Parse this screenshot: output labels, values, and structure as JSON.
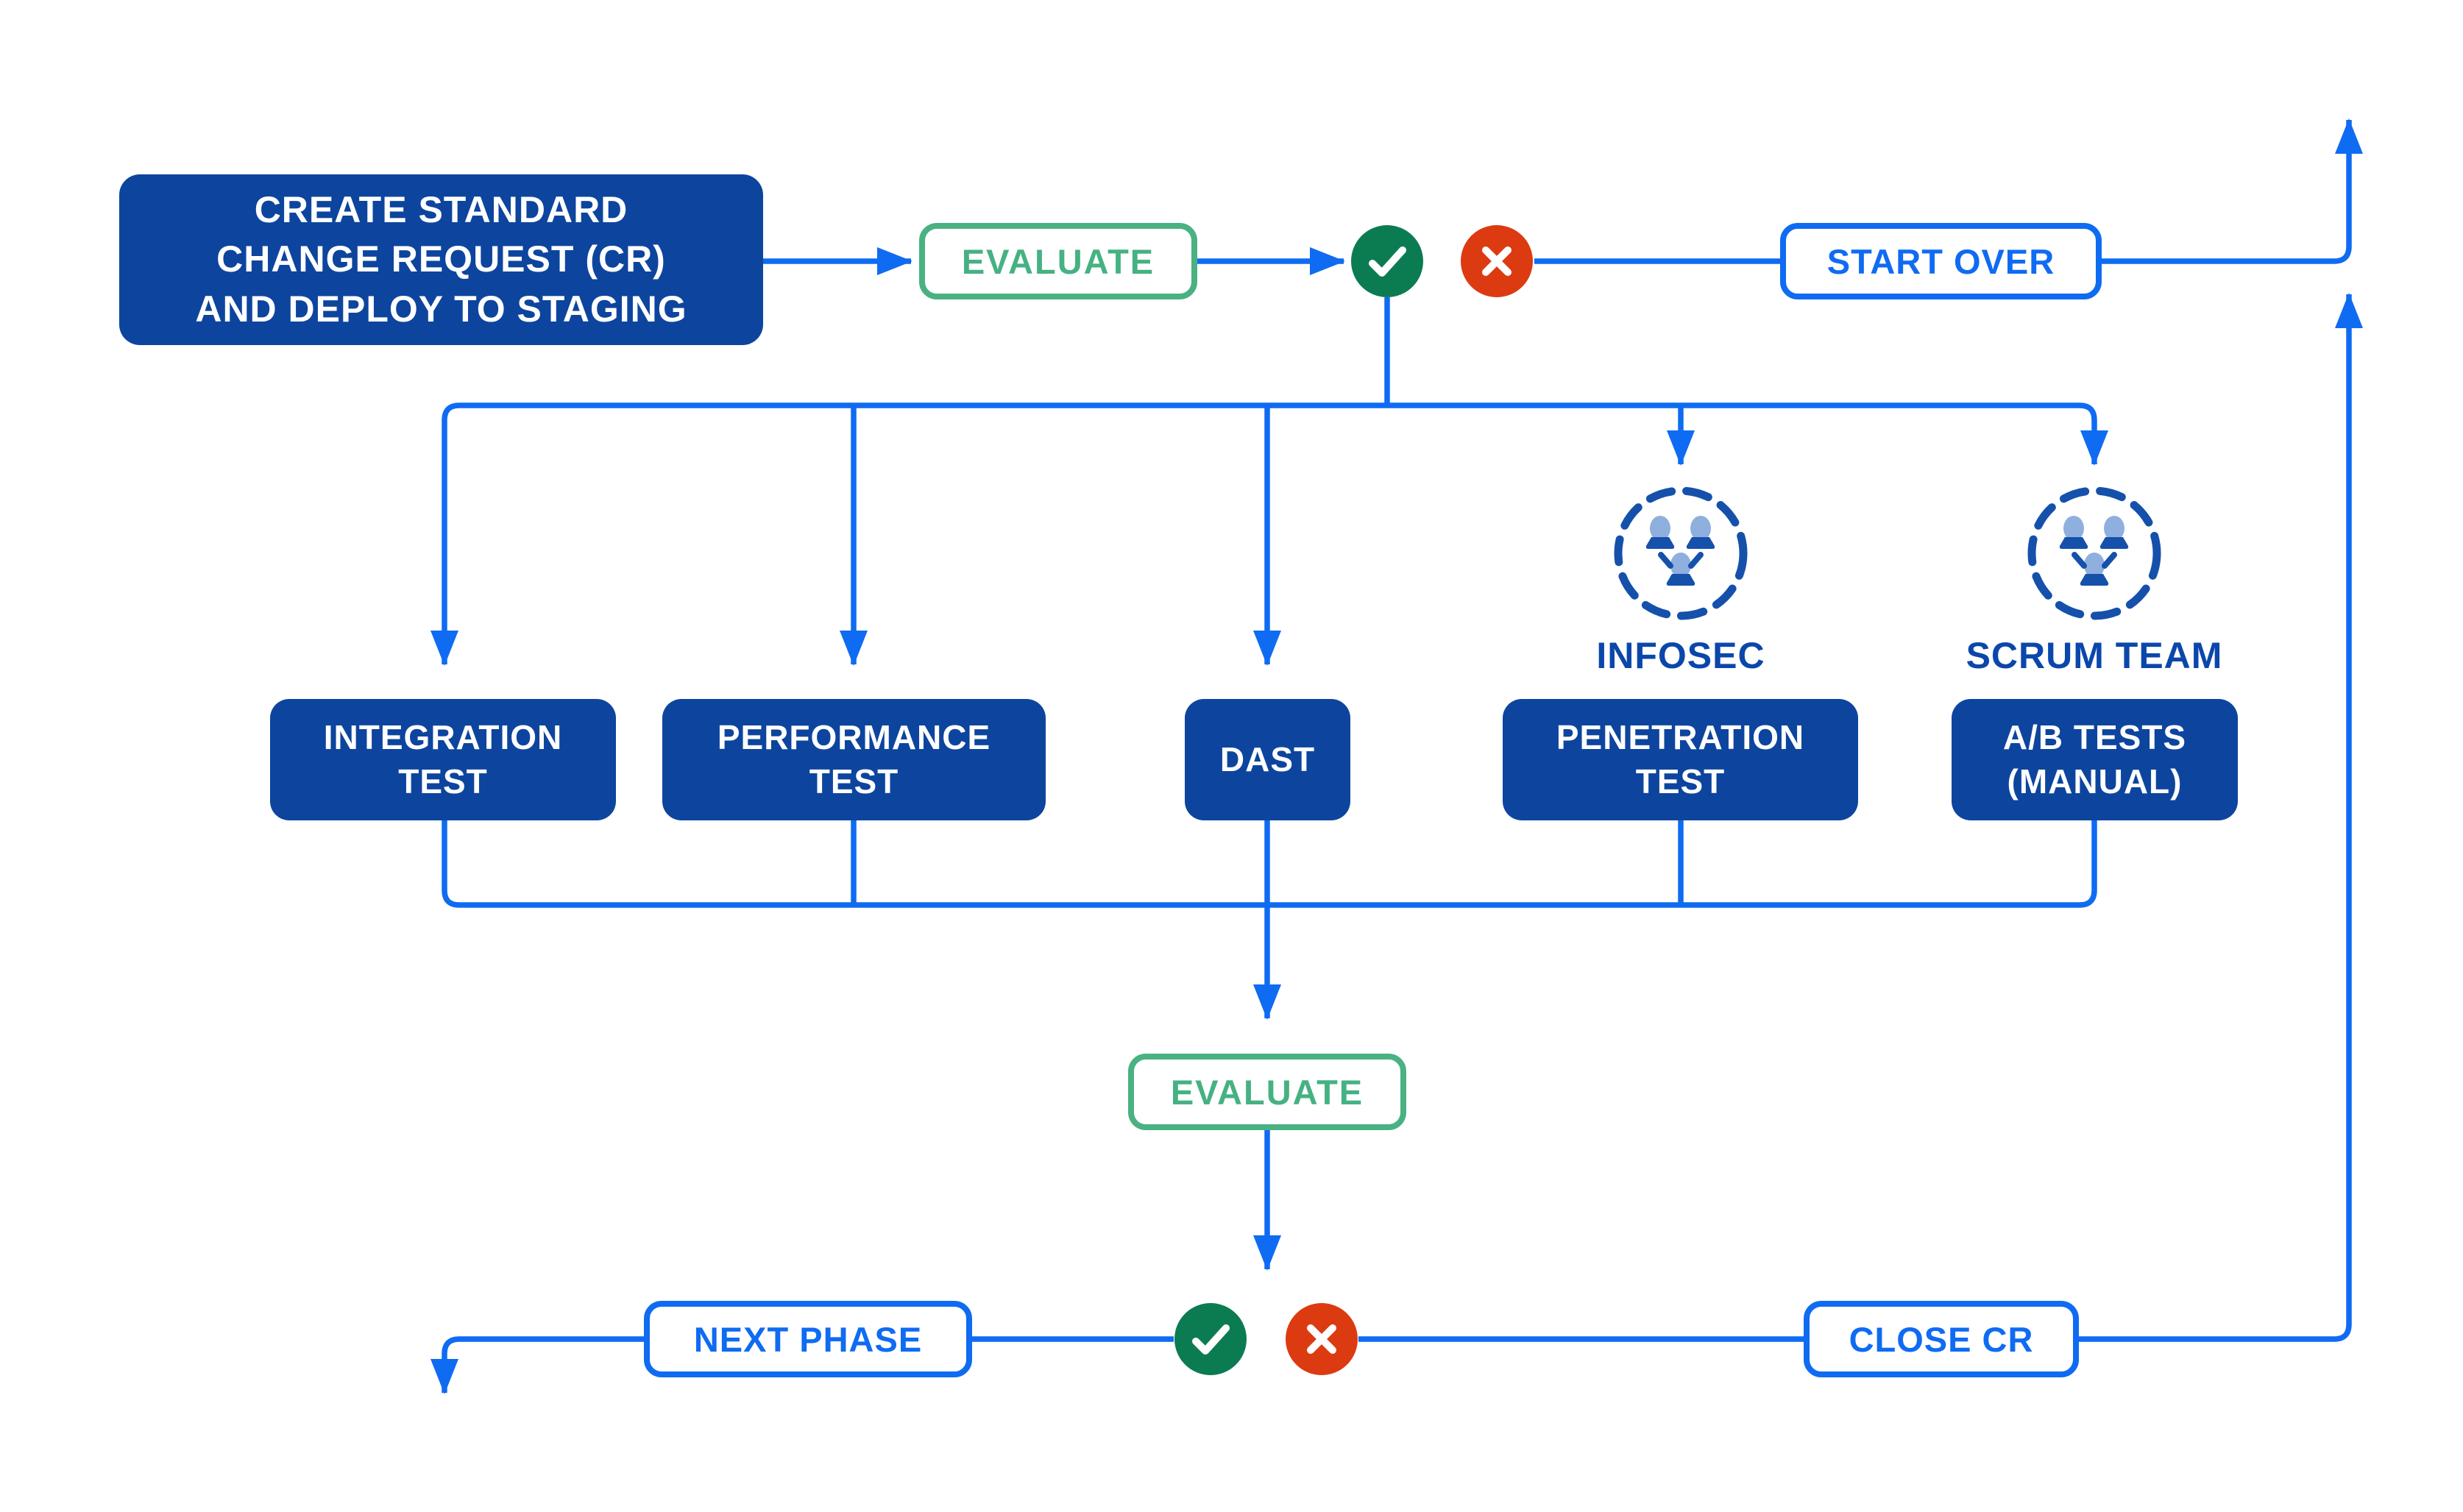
{
  "diagram": {
    "type": "flowchart",
    "background": "#FFFFFF",
    "colors": {
      "connector_blue": "#0F6BF2",
      "filled_node_blue": "#0D459E",
      "filled_node_text": "#FFFFFF",
      "outlined_node_blue": "#0F6BF2",
      "evaluate_green": "#4AB183",
      "approve_circle_green": "#0B7C52",
      "reject_circle_red": "#DC3B12",
      "team_icon_dark_blue": "#1551AB",
      "team_icon_light_blue": "#8FAFDE",
      "team_label_blue": "#0B47AB"
    },
    "nodes": {
      "create_cr": {
        "lines": [
          "CREATE STANDARD",
          "CHANGE REQUEST (CR)",
          "AND DEPLOY TO STAGING"
        ]
      },
      "evaluate_top": {
        "label": "EVALUATE"
      },
      "start_over": {
        "label": "START OVER"
      },
      "integration_test": {
        "lines": [
          "INTEGRATION",
          "TEST"
        ]
      },
      "performance_test": {
        "lines": [
          "PERFORMANCE",
          "TEST"
        ]
      },
      "dast": {
        "label": "DAST"
      },
      "penetration_test": {
        "lines": [
          "PENETRATION",
          "TEST"
        ]
      },
      "ab_tests": {
        "lines": [
          "A/B TESTS",
          "(MANUAL)"
        ]
      },
      "infosec": {
        "label": "INFOSEC"
      },
      "scrum_team": {
        "label": "SCRUM TEAM"
      },
      "evaluate_bottom": {
        "label": "EVALUATE"
      },
      "next_phase": {
        "label": "NEXT PHASE"
      },
      "close_cr": {
        "label": "CLOSE CR"
      }
    },
    "icons": {
      "approve": "check-in-green-circle",
      "reject": "cross-in-red-circle",
      "team": "three-person-group-in-dashed-circle"
    }
  }
}
